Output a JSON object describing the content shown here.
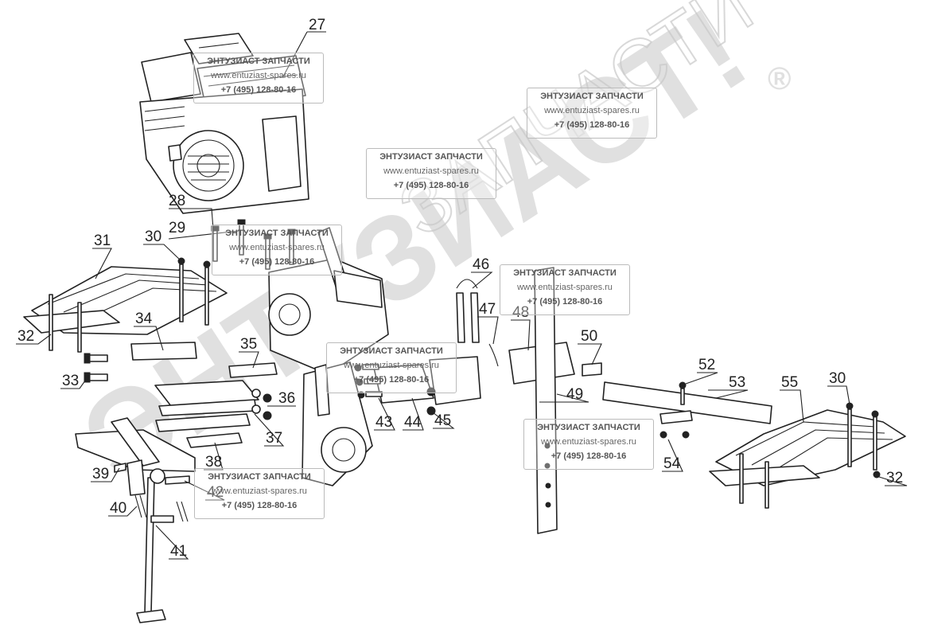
{
  "watermark": {
    "logo_text": "ЭНТУЗИАСТ!",
    "logo_sub": "ЗАПЧАСТИ",
    "registered": "®"
  },
  "stamps": [
    {
      "brand": "ЭНТУЗИАСТ ЗАПЧАСТИ",
      "url": "www.entuziast-spares.ru",
      "phone": "+7 (495) 128-80-16"
    },
    {
      "brand": "ЭНТУЗИАСТ ЗАПЧАСТИ",
      "url": "www.entuziast-spares.ru",
      "phone": "+7 (495) 128-80-16"
    },
    {
      "brand": "ЭНТУЗИАСТ ЗАПЧАСТИ",
      "url": "www.entuziast-spares.ru",
      "phone": "+7 (495) 128-80-16"
    },
    {
      "brand": "ЭНТУЗИАСТ ЗАПЧАСТИ",
      "url": "www.entuziast-spares.ru",
      "phone": "+7 (495) 128-80-16"
    },
    {
      "brand": "ЭНТУЗИАСТ ЗАПЧАСТИ",
      "url": "www.entuziast-spares.ru",
      "phone": "+7 (495) 128-80-16"
    },
    {
      "brand": "ЭНТУЗИАСТ ЗАПЧАСТИ",
      "url": "www.entuziast-spares.ru",
      "phone": "+7 (495) 128-80-16"
    },
    {
      "brand": "ЭНТУЗИАСТ ЗАПЧАСТИ",
      "url": "www.entuziast-spares.ru",
      "phone": "+7 (495) 128-80-16"
    },
    {
      "brand": "ЭНТУЗИАСТ ЗАПЧАСТИ",
      "url": "www.entuziast-spares.ru",
      "phone": "+7 (495) 128-80-16"
    }
  ],
  "callouts": [
    "27",
    "28",
    "29",
    "30",
    "31",
    "32",
    "33",
    "34",
    "35",
    "36",
    "37",
    "38",
    "39",
    "40",
    "41",
    "42",
    "43",
    "44",
    "45",
    "46",
    "47",
    "48",
    "49",
    "50",
    "52",
    "53",
    "55",
    "30",
    "54",
    "32"
  ]
}
